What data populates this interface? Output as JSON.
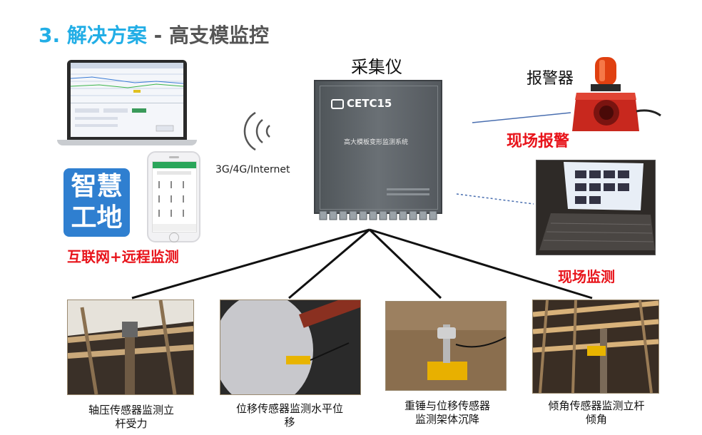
{
  "title": {
    "number": "3.",
    "main": "解决方案",
    "separator": "-",
    "sub": "高支模监控"
  },
  "collector": {
    "label": "采集仪",
    "brand": "CETC15",
    "device_text": "高大模板变形监测系统"
  },
  "network": {
    "label": "3G/4G/Internet"
  },
  "alarm": {
    "label": "报警器",
    "caption": "现场报警"
  },
  "remote": {
    "logo_line1": "智慧",
    "logo_line2": "工地",
    "caption": "互联网+远程监测"
  },
  "onsite": {
    "caption": "现场监测"
  },
  "sensors": [
    {
      "line1": "轴压传感器监测立",
      "line2": "杆受力"
    },
    {
      "line1": "位移传感器监测水平位",
      "line2": "移"
    },
    {
      "line1": "重锤与位移传感器",
      "line2": "监测架体沉降"
    },
    {
      "line1": "倾角传感器监测立杆",
      "line2": "倾角"
    }
  ],
  "colors": {
    "accent_blue": "#22aee6",
    "alarm_red": "#e8141b",
    "device_gray": "#5f6569",
    "logo_blue": "#2f7fd0"
  }
}
